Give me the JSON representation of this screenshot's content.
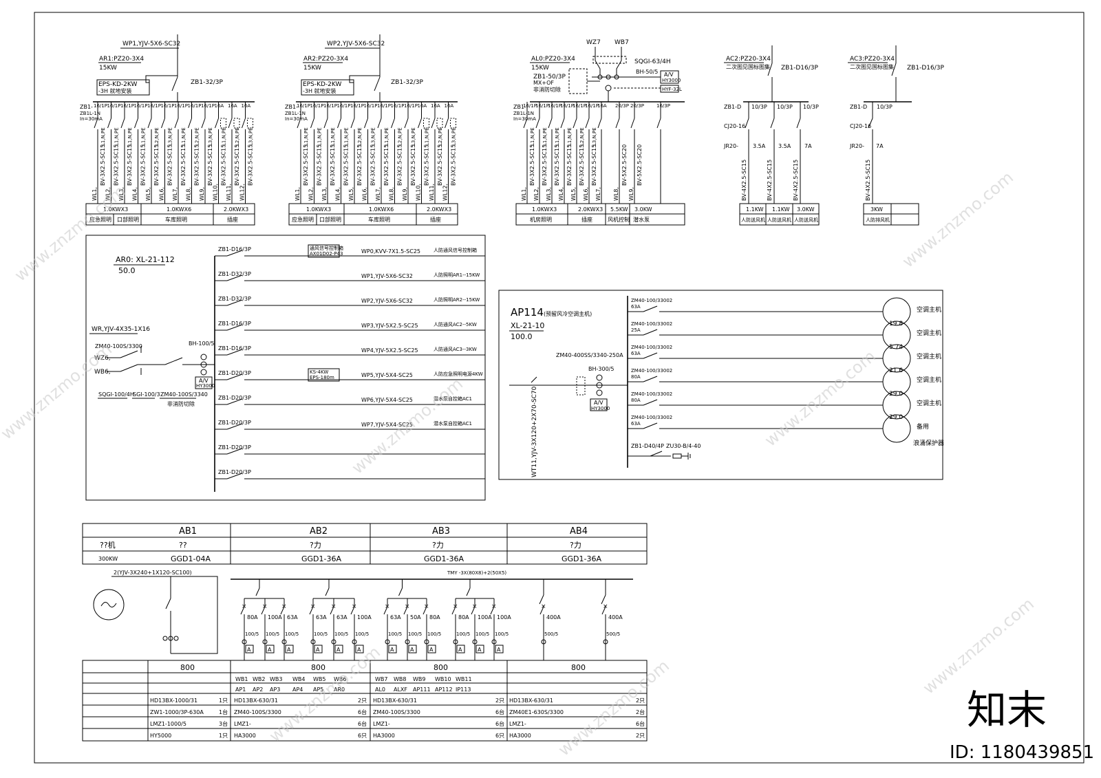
{
  "watermark": {
    "brand": "知末",
    "id_text": "ID: 1180439851",
    "site": "www.znzmo.com"
  },
  "panel_ar1": {
    "feeder": "WP1,YJV-5X6-SC32",
    "name": "AR1:PZ20-3X4",
    "power": "15KW",
    "eps": "EPS-KD-2KW",
    "eps_note": "-3H  就地安装",
    "main_breaker": "ZB1-32/3P",
    "incoming": "ZB1-",
    "rcd": "ZB1L-1N",
    "rcd_note": "In=30mA",
    "breakers": [
      "16/1P",
      "16/1P",
      "16/1P",
      "16/1P",
      "16/1P",
      "16/1P",
      "16/1P",
      "16/1P",
      "16/1P",
      "16A",
      "16A",
      "16A"
    ],
    "phases": [
      "L1,N,PE",
      "L1,N,PE",
      "L1,N,PE",
      "L1,N,PE",
      "L2,N,PE",
      "L3,N,PE",
      "L1,N,PE",
      "L2,N,PE",
      "L3,N,PE",
      "L1,N,PE",
      "L2,N,PE",
      "L3,N,PE"
    ],
    "circuits": [
      "WL1,",
      "WL2,",
      "WL3,",
      "WL4,",
      "WL5,",
      "WL6,",
      "WL7,",
      "WL8,",
      "WL9,",
      "WL10,",
      "WL11,",
      "WL12,"
    ],
    "cables": [
      "BV-3X2.5-SC15",
      "BV-3X2.5-SC15",
      "BV-3X2.5-SC15",
      "BV-3X2.5-SC15",
      "BV-3X2.5-SC15",
      "BV-3X2.5-SC15",
      "BV-3X2.5-SC15",
      "BV-3X2.5-SC15",
      "BV-3X2.5-SC15",
      "BV-3X2.5-SC15",
      "BV-3X2.5-SC15",
      "BV-3X2.5-SC15"
    ],
    "loads": [
      "1.0KWX3",
      "1.0KWX6",
      "2.0KWX3"
    ],
    "uses": [
      "应急照明",
      "口部照明",
      "车库照明",
      "插座"
    ]
  },
  "panel_ar2": {
    "feeder": "WP2,YJV-5X6-SC32",
    "name": "AR2:PZ20-3X4",
    "power": "15KW",
    "eps": "EPS-KD-2KW",
    "eps_note": "-3H  就地安装",
    "main_breaker": "ZB1-32/3P",
    "incoming": "ZB1-",
    "rcd": "ZB1L-1N",
    "rcd_note": "In=30mA",
    "breakers": [
      "16/1P",
      "16/1P",
      "16/1P",
      "16/1P",
      "16/1P",
      "16/1P",
      "16/1P",
      "16/1P",
      "16/1P",
      "16A",
      "16A",
      "16A"
    ],
    "circuits": [
      "WL1,",
      "WL2,",
      "WL3,",
      "WL4,",
      "WL5,",
      "WL6,",
      "WL7,",
      "WL8,",
      "WL9,",
      "WL10,",
      "WL11,",
      "WL12,"
    ],
    "loads": [
      "1.0KWX3",
      "1.0KWX6",
      "2.0KWX3"
    ],
    "uses": [
      "应急照明",
      "口部照明",
      "车库照明",
      "插座"
    ]
  },
  "panel_al0": {
    "wz": "WZ7",
    "wb": "WB7",
    "name": "AL0:PZ20-3X4",
    "power": "15KW",
    "isolator": "ZB1-50/3P",
    "isolator_note": "MX+OF",
    "isolator_note2": "非消防切除",
    "sqg": "SQGI-63/4H",
    "ct": "BH-50/5",
    "meter": "A/V",
    "meter_type": "HY3000",
    "meter2": "HYF-32L",
    "incoming": "ZB1-",
    "rcd": "ZB1L-1N",
    "rcd_note": "In=30mA",
    "breakers": [
      "16/1P",
      "16/1P",
      "16/1P",
      "16/1P",
      "16/1P",
      "16/1P",
      "16A",
      "20/3P",
      "20/3P",
      "16/3P"
    ],
    "circuits": [
      "WL1,",
      "WL2,",
      "WL3,",
      "WL4,",
      "WL5,",
      "WL6,",
      "WL7,",
      "WL8,",
      "WL9,"
    ],
    "cables_a": "BV-3X2.5-SC15",
    "cables_b": "BV-5X2.5-SC20",
    "loads": [
      "1.0KWX3",
      "2.0KWX3",
      "5.5KW",
      "3.0KW"
    ],
    "uses": [
      "机房照明",
      "插座",
      "风机控制",
      "潜水泵"
    ]
  },
  "panel_ac2": {
    "name": "AC2:PZ20-3X4",
    "note": "二次图见国标图集",
    "main": "ZB1-D16/3P",
    "breakers": [
      "10/3P",
      "10/3P",
      "10/3P"
    ],
    "contactor": "CJ20-16",
    "relay": "JR20-",
    "relay_set": [
      "3.5A",
      "3.5A",
      "7A"
    ],
    "cables": [
      "BV-4X2.5-SC15",
      "BV-4X2.5-SC15",
      "BV-4X2.5-SC15"
    ],
    "loads": [
      "1.1KW",
      "1.1KW",
      "3.0KW"
    ],
    "uses": [
      "人防送风机",
      "人防送风机",
      "人防送风机"
    ],
    "prefix": "ZB1-D"
  },
  "panel_ac3": {
    "name": "AC3:PZ20-3X4",
    "note": "二次图见国标图集",
    "main": "ZB1-D16/3P",
    "breaker": "10/3P",
    "contactor": "CJ20-16",
    "relay": "JR20-",
    "relay_set": "7A",
    "cable": "BV-4X2.5-SC15",
    "load": "3KW",
    "use": "人防排风机",
    "prefix": "ZB1-D"
  },
  "panel_ar0": {
    "name": "AR0: XL-21-112",
    "power": "50.0",
    "incoming": "WR,YJV-4X35-1X16",
    "breaker": "ZM40-100S/3300",
    "wz": "WZ6,",
    "wb": "WB6,",
    "ct": "BH-100/5",
    "meter": "A/V",
    "meter_type": "HY3000",
    "sqg": "SQGI-100/4H",
    "sgi": "SGI-100/3",
    "zm": "ZM40-100S/3340",
    "non_fire": "非消防切除",
    "branches": [
      {
        "breaker": "ZB1-D16/3P",
        "cable": "WP0,KVV-7X1.5-SC25",
        "use": "人防通风信号控制箱",
        "note": "通风信号控制箱",
        "note2": "AX01D02-P43"
      },
      {
        "breaker": "ZB1-D32/3P",
        "cable": "WP1,YJV-5X6-SC32",
        "use": "人防照明AR1--15KW"
      },
      {
        "breaker": "ZB1-D32/3P",
        "cable": "WP2,YJV-5X6-SC32",
        "use": "人防照明AR2--15KW"
      },
      {
        "breaker": "ZB1-D16/3P",
        "cable": "WP3,YJV-5X2.5-SC25",
        "use": "人防通风AC2--5KW"
      },
      {
        "breaker": "ZB1-D16/3P",
        "cable": "WP4,YJV-5X2.5-SC25",
        "use": "人防通风AC3--3KW"
      },
      {
        "breaker": "ZB1-D20/3P",
        "cable": "WP5,YJV-5X4-SC25",
        "use": "人防应急照明电源4KW",
        "note": "KS-4KW",
        "note2": "EPS-180m"
      },
      {
        "breaker": "ZB1-D20/3P",
        "cable": "WP6,YJV-5X4-SC25",
        "use": "潜水泵自控箱AC1"
      },
      {
        "breaker": "ZB1-D20/3P",
        "cable": "WP7,YJV-5X4-SC25",
        "use": "潜水泵自控箱AC1"
      },
      {
        "breaker": "ZB1-D20/3P",
        "cable": "",
        "use": ""
      },
      {
        "breaker": "ZB1-D20/3P",
        "cable": "",
        "use": ""
      }
    ]
  },
  "panel_ap114": {
    "name": "AP114",
    "name_note": "(预留风冷空调主机)",
    "model": "XL-21-10",
    "power": "100.0",
    "main_breaker": "ZM40-400SS/3340-250A",
    "ct": "BH-300/5",
    "meter": "A/V",
    "meter_type": "HY3000",
    "incoming": "WT11,YJV-3X120+2X70-SC70",
    "spd_breaker": "ZB1-D40/4P",
    "spd": "ZU30-B/4-40",
    "branches": [
      {
        "breaker": "ZM40-100/33002",
        "rating": "63A",
        "use": "空调主机",
        "value": ""
      },
      {
        "breaker": "ZM40-100/33002",
        "rating": "25A",
        "use": "空调主机",
        "value": "19.8"
      },
      {
        "breaker": "ZM40-100/33002",
        "rating": "63A",
        "use": "空调主机",
        "value": "5.74"
      },
      {
        "breaker": "ZM40-100/33002",
        "rating": "80A",
        "use": "空调主机",
        "value": "21.6"
      },
      {
        "breaker": "ZM40-100/33002",
        "rating": "80A",
        "use": "空调主机",
        "value": "29.0"
      },
      {
        "breaker": "ZM40-100/33002",
        "rating": "63A",
        "use": "备用",
        "value": "29.0"
      }
    ],
    "spd_use": "浪涌保护器"
  },
  "switchgear": {
    "cabinets": [
      {
        "id": "AB1",
        "type": "??机",
        "sub": "??",
        "model": "GGD1-04A",
        "power": "300KW"
      },
      {
        "id": "AB2",
        "type": "",
        "sub": "?力",
        "model": "GGD1-36A"
      },
      {
        "id": "AB3",
        "type": "",
        "sub": "?力",
        "model": "GGD1-36A"
      },
      {
        "id": "AB4",
        "type": "",
        "sub": "?力",
        "model": "GGD1-36A"
      }
    ],
    "gen_cable": "2(YJV-3X240+1X120-SC100)",
    "bus": "TMY -3X(80X8)+2(50X5)",
    "ratings": [
      "80A",
      "100A",
      "63A",
      "63A",
      "63A",
      "100A",
      "63A",
      "50A",
      "80A",
      "80A",
      "100A",
      "100A",
      "400A",
      "400A"
    ],
    "ct_ratios": [
      "100/5",
      "100/5",
      "100/5",
      "100/5",
      "100/5",
      "100/5",
      "100/5",
      "100/5",
      "100/5",
      "100/5",
      "100/5",
      "100/5",
      "500/5",
      "500/5"
    ],
    "ammeter": "A",
    "widths": [
      "800",
      "800",
      "800",
      "800"
    ],
    "circuits_top": [
      "WB1",
      "WB2",
      "WB3",
      "WB4",
      "WB5",
      "WB6",
      "WB7",
      "WB8",
      "WB9",
      "WB10",
      "WB11"
    ],
    "circuits_bot": [
      "AP1",
      "AP2",
      "AP3",
      "AP4",
      "AP5",
      "AR0",
      "AL0",
      "ALXF",
      "AP111",
      "AP112",
      "IP113"
    ],
    "equip": [
      {
        "rows": [
          "HD13BX-1000/31",
          "ZW1-1000/3P-630A",
          "LMZ1-1000/5",
          "HY5000"
        ],
        "qty": [
          "1只",
          "1台",
          "3台",
          "1只"
        ]
      },
      {
        "rows": [
          "HD13BX-630/31",
          "ZM40-100S/3300",
          "LMZ1-",
          "HA3000"
        ],
        "qty": [
          "2只",
          "6台",
          "6台",
          "6只"
        ]
      },
      {
        "rows": [
          "HD13BX-630/31",
          "ZM40-100S/3300",
          "LMZ1-",
          "HA3000"
        ],
        "qty": [
          "2只",
          "6台",
          "6台",
          "6只"
        ]
      },
      {
        "rows": [
          "HD13BX-630/31",
          "ZM40E1-630S/3300",
          "LMZ1-",
          "HA3000"
        ],
        "qty": [
          "2只",
          "2台",
          "6台",
          "2只"
        ]
      }
    ]
  }
}
